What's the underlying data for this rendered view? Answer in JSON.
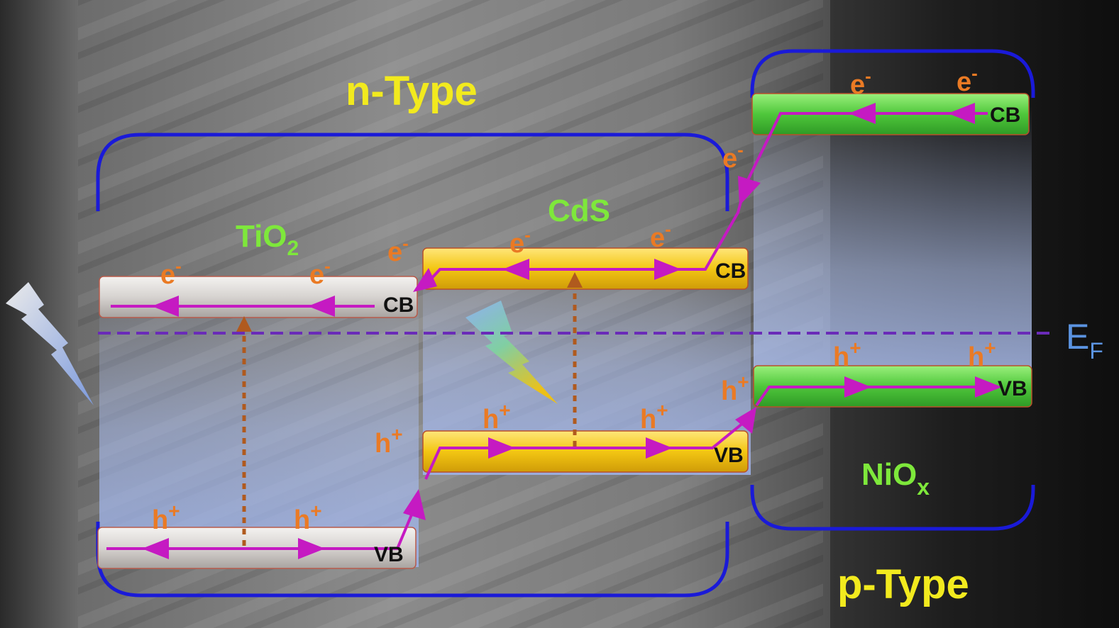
{
  "labels": {
    "n_type": "n-Type",
    "p_type": "p-Type",
    "fermi_level": "E",
    "fermi_sub": "F"
  },
  "materials": {
    "tio2": {
      "name": "TiO",
      "sub": "2"
    },
    "cds": {
      "name": "CdS"
    },
    "niox": {
      "name": "NiO",
      "sub": "x"
    }
  },
  "bands": {
    "cb": "CB",
    "vb": "VB"
  },
  "carriers": {
    "electron": "e",
    "electron_sup": "-",
    "hole": "h",
    "hole_sup": "+"
  },
  "colors": {
    "type_label": "#f2ea1e",
    "material_label": "#7ee83b",
    "carrier_label": "#ea7a24",
    "fermi": "#5b93e0",
    "bracket": "#1a1ad8",
    "flow_arrow": "#c51ac2",
    "excitation_arrow": "#b05a1e",
    "tio2_band": "#cfcbc8",
    "cds_band": "#f1c20e",
    "niox_band": "#4cc23a"
  }
}
